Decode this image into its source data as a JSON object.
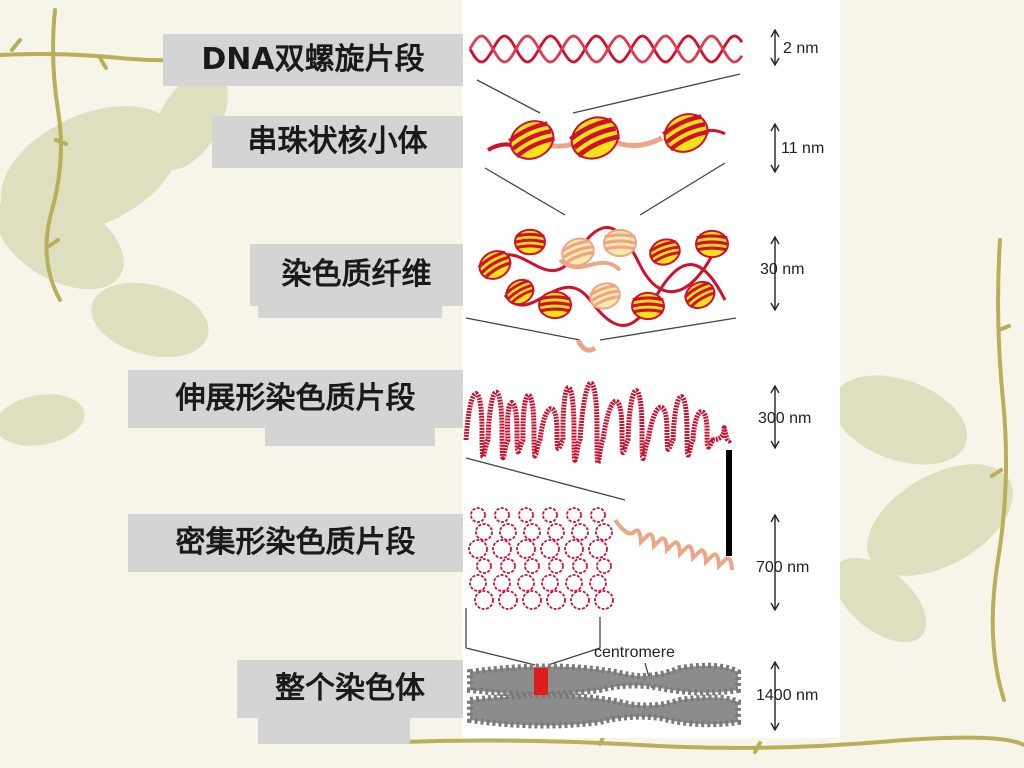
{
  "levels": [
    {
      "label": "DNA双螺旋片段",
      "scale": "2 nm"
    },
    {
      "label": "串珠状核小体",
      "scale": "11 nm"
    },
    {
      "label": "染色质纤维",
      "scale": "30 nm"
    },
    {
      "label": "伸展形染色质片段",
      "scale": "300 nm"
    },
    {
      "label": "密集形染色质片段",
      "scale": "700 nm"
    },
    {
      "label": "整个染色体",
      "scale": "1400 nm"
    }
  ],
  "centromere_label": "centromere",
  "colors": {
    "dna": "#d0102c",
    "dna_light": "#eba688",
    "histone": "#f5e31a",
    "histone_light": "#fbe9a9",
    "chromosome": "#8c8c8c",
    "centromere_marker": "#dd1c1c",
    "label_bg": "#d4d4d4",
    "vine": "#b5aa54",
    "leaf": "#cfd3a4"
  }
}
